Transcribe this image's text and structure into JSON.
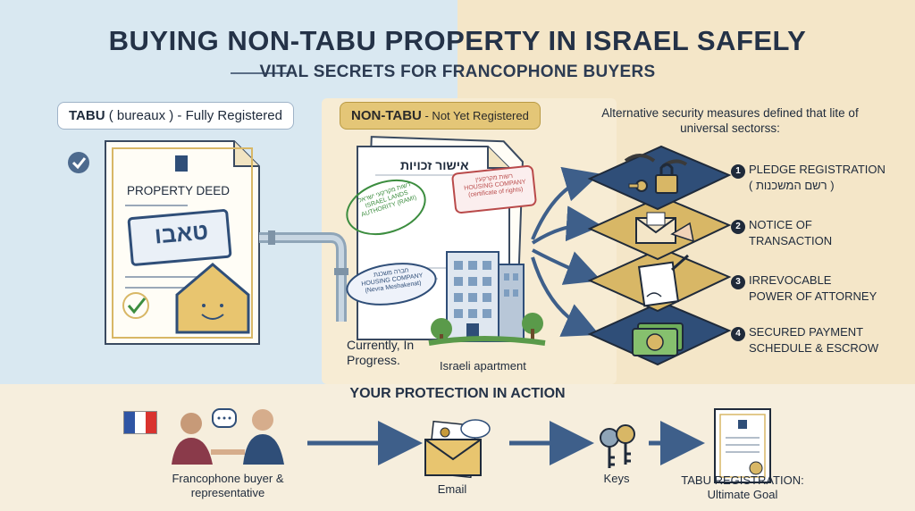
{
  "title": "BUYING NON-TABU PROPERTY IN ISRAEL SAFELY",
  "subtitle": "VITAL SECRETS FOR FRANCOPHONE BUYERS",
  "tabu": {
    "pill_bold": "TABU",
    "pill_rest": " ( bureaux ) - Fully Registered",
    "deed_label": "PROPERTY DEED",
    "stamp": "טאבו"
  },
  "non_tabu": {
    "pill_bold": "NON-TABU",
    "pill_rest": " - Not Yet Registered",
    "doc_title": "אישור זכויות",
    "stamp1_he": "רשות מקרקעי ישראל",
    "stamp1_en": "ISRAEL LANDS AUTHORITY (RAMI)",
    "stamp2_he": "רשות מקרקעין",
    "stamp2_en": "HOUSING COMPANY (certificate of rights)",
    "stamp3_he": "חברה משכנת",
    "stamp3_en": "HOUSING COMPANY (Nevra Meshakenat)",
    "status": "Currently, In Progress.",
    "apartment": "Israeli apartment"
  },
  "alternative": {
    "intro": "Alternative security measures defined that lite of universal sectorss:",
    "steps": [
      {
        "num": "1",
        "line1": "PLEDGE REGISTRATION",
        "line2": "( רשם המשכנות )"
      },
      {
        "num": "2",
        "line1": "NOTICE OF",
        "line2": "TRANSACTION"
      },
      {
        "num": "3",
        "line1": "IRREVOCABLE",
        "line2": "POWER OF ATTORNEY"
      },
      {
        "num": "4",
        "line1": "SECURED PAYMENT",
        "line2": "SCHEDULE & ESCROW"
      }
    ]
  },
  "protection": {
    "heading": "YOUR PROTECTION IN ACTION",
    "buyer": "Francophone buyer & representative",
    "email": "Email",
    "keys": "Keys",
    "goal": "TABU REGISTRATION: Ultimate Goal"
  },
  "colors": {
    "navy": "#2f4e78",
    "gold": "#d8b766",
    "blue_bg": "#d9e8f1",
    "cream_bg": "#f4e6c8",
    "green": "#3c8d3f"
  }
}
